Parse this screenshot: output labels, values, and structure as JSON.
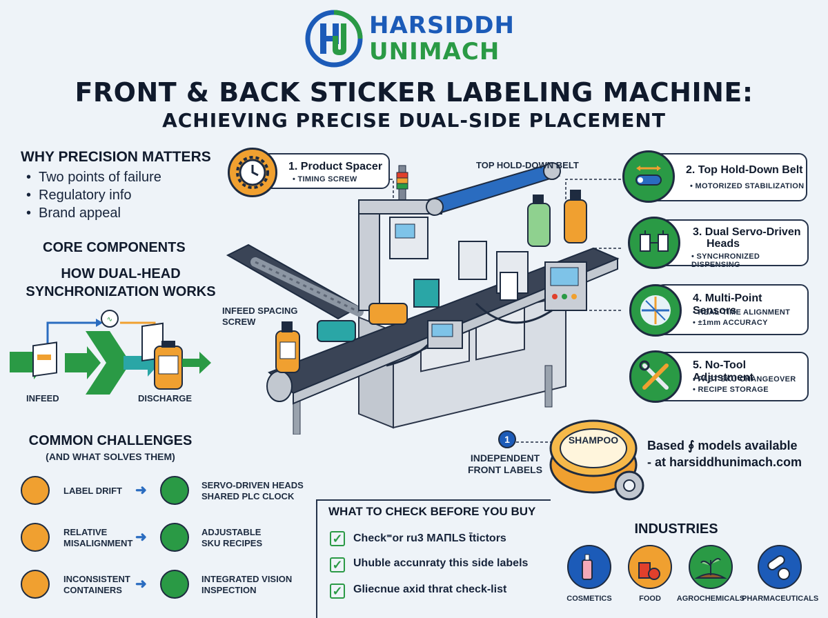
{
  "logo": {
    "line1": "HARSIDDH",
    "line2": "UNIMACH"
  },
  "title": {
    "line1": "FRONT & BACK STICKER LABELING MACHINE:",
    "line2": "ACHIEVING PRECISE DUAL-SIDE PLACEMENT"
  },
  "why": {
    "heading": "WHY PRECISION MATTERS",
    "items": [
      "Two points of failure",
      "Regulatory info",
      "Brand appeal"
    ]
  },
  "core": {
    "heading": "CORE COMPONENTS"
  },
  "sync": {
    "heading_l1": "HOW DUAL-HEAD",
    "heading_l2": "SYNCHRONIZATION WORKS",
    "infeed": "INFEED",
    "discharge": "DISCHARGE"
  },
  "callouts": [
    {
      "title": "1. Product Spacer",
      "sub1": "TIMING SCREW",
      "sub2": ""
    },
    {
      "title": "2. Top Hold-Down Belt",
      "sub1": "MOTORIZED STABILIZATION",
      "sub2": ""
    },
    {
      "title_l1": "3. Dual Servo-Driven",
      "title_l2": "Heads",
      "sub1": "SYNCHRONIZED DISPENSING",
      "sub2": ""
    },
    {
      "title": "4. Multi-Point Sensors",
      "sub1": "REAL-TIME ALIGNMENT",
      "sub2": "±1mm ACCURACY"
    },
    {
      "title": "5. No-Tool Adjustment",
      "sub1": "FAST SKU CHANGEOVER",
      "sub2": "RECIPE STORAGE"
    }
  ],
  "machine_labels": {
    "top_belt": "TOP HOLD-DOWN BELT",
    "infeed_screw_l1": "INFEED SPACING",
    "infeed_screw_l2": "SCREW"
  },
  "front_labels": {
    "number": "1",
    "line1": "INDEPENDENT",
    "line2": "FRONT LABELS",
    "roll": "SHAMPOO"
  },
  "models": {
    "line1": "Based ∮ models available",
    "line2": "- at harsiddhunimach.com"
  },
  "challenges": {
    "heading": "COMMON CHALLENGES",
    "subheading": "(AND WHAT SOLVES THEM)",
    "rows": [
      {
        "problem": "LABEL DRIFT",
        "solution_l1": "SERVO-DRIVEN HEADS",
        "solution_l2": "SHARED PLC CLOCK"
      },
      {
        "problem_l1": "RELATIVE",
        "problem_l2": "MISALIGNMENT",
        "solution_l1": "ADJUSTABLE",
        "solution_l2": "SKU RECIPES"
      },
      {
        "problem_l1": "INCONSISTENT",
        "problem_l2": "CONTAINERS",
        "solution_l1": "INTEGRATED VISION",
        "solution_l2": "INSPECTION"
      }
    ]
  },
  "checklist": {
    "heading": "WHAT TO CHECK BEFORE YOU BUY",
    "items": [
      "Check⁼or ru3 MAΠLS t̄tictors",
      "Uhuble accunraty this side labels",
      "Gliecnue axid thrat check-list"
    ]
  },
  "industries": {
    "heading": "INDUSTRIES",
    "items": [
      "COSMETICS",
      "FOOD",
      "AGROCHEMICALS",
      "PHARMACEUTICALS"
    ]
  },
  "colors": {
    "blue": "#1c5bb8",
    "green": "#2a9a45",
    "orange": "#f0a030",
    "teal": "#2aa6a6",
    "dark": "#101a2c"
  }
}
